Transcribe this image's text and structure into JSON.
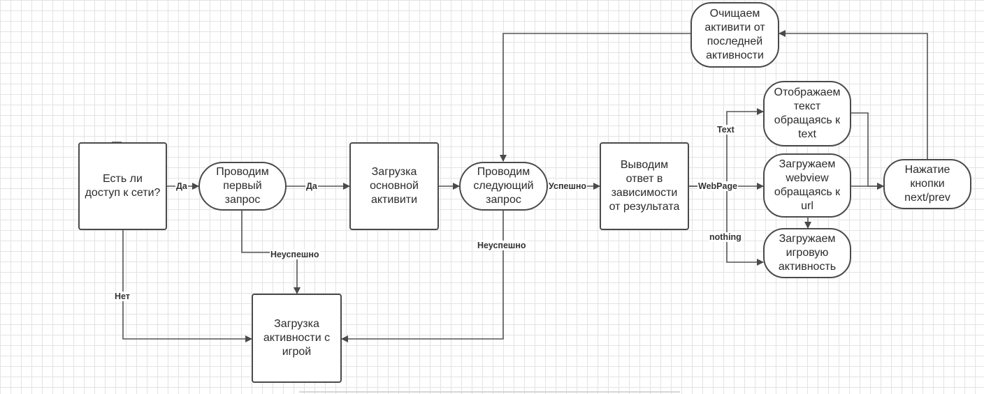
{
  "nodes": {
    "network_check": "Есть ли\nдоступ к сети?",
    "first_request": "Проводим\nпервый\nзапрос",
    "load_main_activity": "Загрузка\nосновной\nактивити",
    "next_request": "Проводим\nследующий\nзапрос",
    "output_response": "Выводим\nответ в\nзависимости\nот результата",
    "load_game_activity": "Загрузка\nактивности с\nигрой",
    "clear_activity": "Очищаем\nактивити от\nпоследней\nактивности",
    "show_text": "Отображаем\nтекст\nобращаясь к\ntext",
    "load_webview": "Загружаем\nwebview\nобращаясь к\nurl",
    "load_game_activity2": "Загружаем\nигровую\nактивность",
    "press_button": "Нажатие\nкнопки\nnext/prev"
  },
  "edge_labels": {
    "yes1": "Да",
    "yes2": "Да",
    "no": "Нет",
    "unsuccessful1": "Неуспешно",
    "unsuccessful2": "Неуспешно",
    "successful": "Успешно",
    "text": "Text",
    "webpage": "WebPage",
    "nothing": "nothing"
  },
  "colors": {
    "stroke": "#4a4a4a",
    "grid": "#e3e3e3",
    "text": "#2b2b2b"
  }
}
